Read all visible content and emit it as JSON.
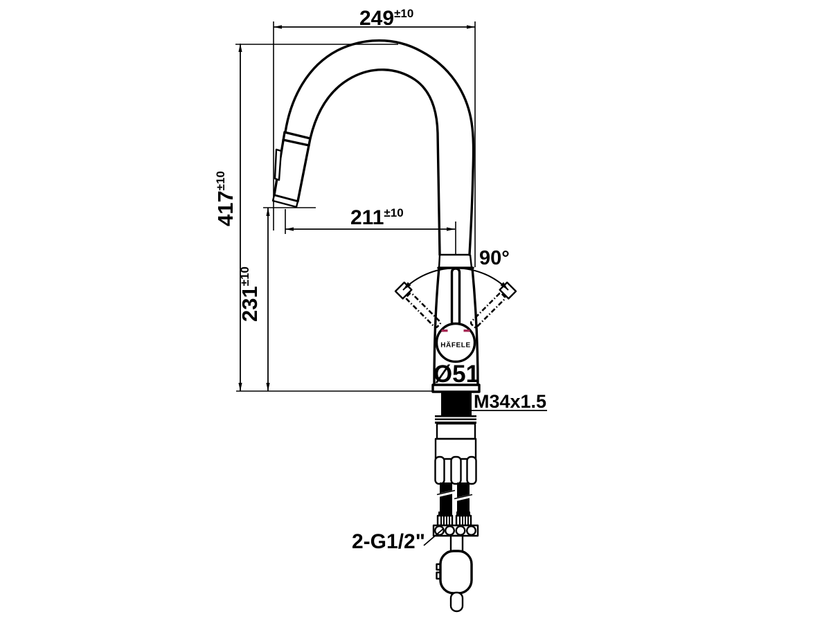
{
  "page": {
    "background_color": "#ffffff"
  },
  "drawing": {
    "line_color": "#000000",
    "brand": {
      "name": "HÄFELE",
      "accent_color": "#a62a55"
    },
    "dims": {
      "width": {
        "value": "249",
        "tol": "±10"
      },
      "height": {
        "value": "417",
        "tol": "±10"
      },
      "outlet_height": {
        "value": "231",
        "tol": "±10"
      },
      "reach": {
        "value": "211",
        "tol": "±10"
      },
      "angle": {
        "value": "90°"
      },
      "diameter": {
        "value": "Ø51"
      },
      "thread": {
        "value": "M34x1.5"
      },
      "connection": {
        "value": "2-G1/2\""
      }
    }
  }
}
